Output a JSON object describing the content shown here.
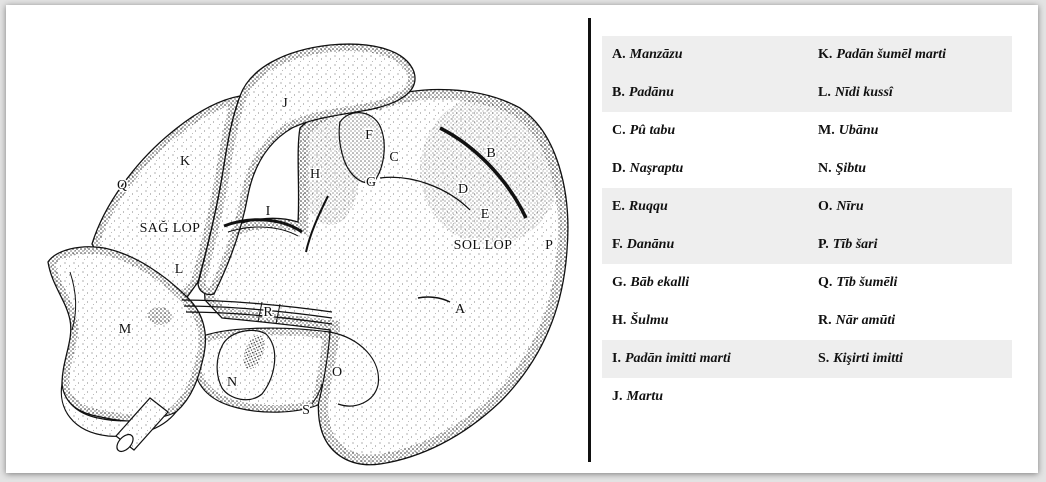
{
  "colors": {
    "ink": "#111111",
    "row_shade": "#eeeeee"
  },
  "diagram": {
    "labels": {
      "A": "A",
      "B": "B",
      "C": "C",
      "D": "D",
      "E": "E",
      "F": "F",
      "G": "G",
      "H": "H",
      "I": "I",
      "J": "J",
      "K": "K",
      "L": "L",
      "M": "M",
      "N": "N",
      "O": "O",
      "P": "P",
      "Q": "Q",
      "R": "R",
      "S": "S"
    },
    "lobes": {
      "right": "SAĞ LOP",
      "left": "SOL LOP"
    }
  },
  "legend": {
    "rows": [
      {
        "left": {
          "key": "A.",
          "term": "Manzāzu"
        },
        "right": {
          "key": "K.",
          "term": "Padān šumēl marti"
        }
      },
      {
        "left": {
          "key": "B.",
          "term": "Padānu"
        },
        "right": {
          "key": "L.",
          "term": "Nīdi kussî"
        }
      },
      {
        "left": {
          "key": "C.",
          "term": "Pû tabu"
        },
        "right": {
          "key": "M.",
          "term": "Ubānu"
        }
      },
      {
        "left": {
          "key": "D.",
          "term": "Naşraptu"
        },
        "right": {
          "key": "N.",
          "term": "Şibtu"
        }
      },
      {
        "left": {
          "key": "E.",
          "term": "Ruqqu"
        },
        "right": {
          "key": "O.",
          "term": "Nīru"
        }
      },
      {
        "left": {
          "key": "F.",
          "term": "Danānu"
        },
        "right": {
          "key": "P.",
          "term": "Tīb šari"
        }
      },
      {
        "left": {
          "key": "G.",
          "term": "Bāb ekalli"
        },
        "right": {
          "key": "Q.",
          "term": "Tīb šumēli"
        }
      },
      {
        "left": {
          "key": "H.",
          "term": "Šulmu"
        },
        "right": {
          "key": "R.",
          "term": "Nār amūti"
        }
      },
      {
        "left": {
          "key": "I.",
          "term": "Padān imitti marti"
        },
        "right": {
          "key": "S.",
          "term": "Kişirti imitti"
        }
      },
      {
        "left": {
          "key": "J.",
          "term": "Martu"
        }
      }
    ]
  }
}
